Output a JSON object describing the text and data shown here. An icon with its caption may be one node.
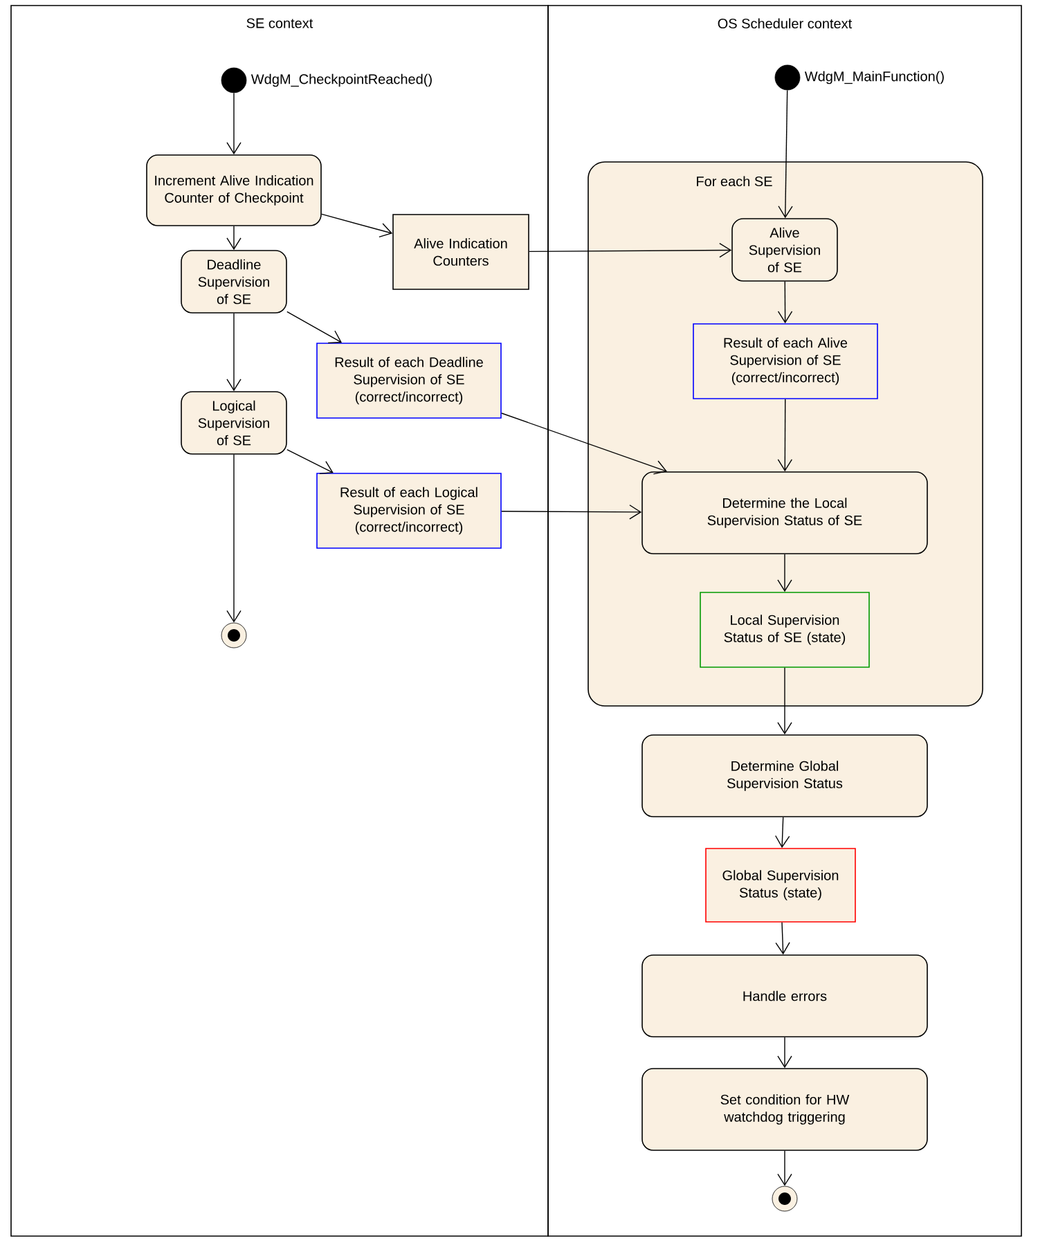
{
  "diagram": {
    "nodes": [
      {
        "text": [
          "SE context"
        ]
      },
      {
        "text": [
          "OS Scheduler context"
        ]
      },
      {
        "text": [],
        "shape": "dot",
        "in": 0,
        "beside": [
          "WdgM_CheckpointReached()"
        ]
      },
      {
        "text": [
          "Increment Alive Indication Counter of Checkpoint"
        ],
        "in": 0
      },
      {
        "text": [
          "Alive Indication Counters"
        ],
        "in": 0
      },
      {
        "text": [
          "Deadline Supervision of SE"
        ],
        "in": 0
      },
      {
        "text": [
          "Result of each Deadline Supervision of SE (correct/incorrect)"
        ],
        "in": 0
      },
      {
        "text": [
          "Logical Supervision of SE"
        ],
        "in": 0
      },
      {
        "text": [
          "Result of each Logical Supervision of SE (correct/incorrect)"
        ],
        "in": 0
      },
      {
        "text": [],
        "shape": "bullseye",
        "in": 0
      },
      {
        "text": [],
        "shape": "dot",
        "in": 1,
        "beside": [
          "WdgM_MainFunction()"
        ]
      },
      {
        "text": [
          "For each SE"
        ],
        "in": 1
      },
      {
        "text": [
          "Alive Supervision of SE"
        ],
        "in": 11
      },
      {
        "text": [
          "Result of each Alive Supervision of SE (correct/incorrect)"
        ],
        "in": 11
      },
      {
        "text": [
          "Determine the Local Supervision Status of SE"
        ],
        "in": 11
      },
      {
        "text": [
          "Local Supervision Status of SE (state)"
        ],
        "in": 11
      },
      {
        "text": [
          "Determine Global Supervision Status"
        ],
        "in": 1
      },
      {
        "text": [
          "Global Supervision Status (state)"
        ],
        "in": 1
      },
      {
        "text": [
          "Handle errors"
        ],
        "in": 1
      },
      {
        "text": [
          "Set condition for HW watchdog triggering"
        ],
        "in": 1
      },
      {
        "text": [],
        "shape": "bullseye",
        "in": 1
      }
    ],
    "edges": [
      {
        "from": 2,
        "to": 3,
        "arrow": "to"
      },
      {
        "from": 3,
        "to": 5,
        "arrow": "to"
      },
      {
        "from": 3,
        "to": 4,
        "arrow": "to"
      },
      {
        "from": 5,
        "to": 7,
        "arrow": "to"
      },
      {
        "from": 5,
        "to": 6,
        "arrow": "to"
      },
      {
        "from": 7,
        "to": 8,
        "arrow": "to"
      },
      {
        "from": 7,
        "to": 9,
        "arrow": "to"
      },
      {
        "from": 10,
        "to": 12,
        "arrow": "to"
      },
      {
        "from": 4,
        "to": 12,
        "arrow": "to"
      },
      {
        "from": 12,
        "to": 13,
        "arrow": "to"
      },
      {
        "from": 13,
        "to": 14,
        "arrow": "to"
      },
      {
        "from": 6,
        "to": 14,
        "arrow": "to"
      },
      {
        "from": 8,
        "to": 14,
        "arrow": "to"
      },
      {
        "from": 14,
        "to": 15,
        "arrow": "to"
      },
      {
        "from": 15,
        "to": 16,
        "arrow": "to"
      },
      {
        "from": 16,
        "to": 17,
        "arrow": "to"
      },
      {
        "from": 17,
        "to": 18,
        "arrow": "to"
      },
      {
        "from": 18,
        "to": 19,
        "arrow": "to"
      },
      {
        "from": 19,
        "to": 20,
        "arrow": "to"
      }
    ]
  }
}
